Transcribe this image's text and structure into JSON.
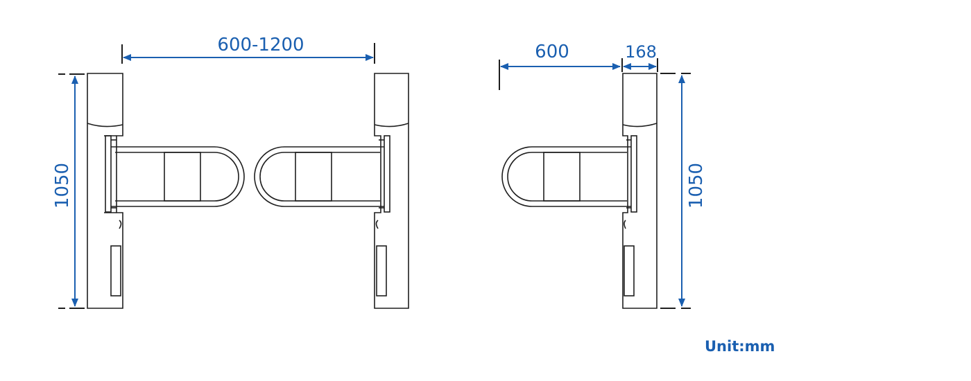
{
  "dimensions": {
    "gate_width_range": "600-1200",
    "left_height": "1050",
    "arm_length": "600",
    "post_depth": "168",
    "right_height": "1050"
  },
  "unit_label": "Unit:mm",
  "colors": {
    "dimension": "#1a5fb0",
    "line": "#1e1e1e"
  }
}
